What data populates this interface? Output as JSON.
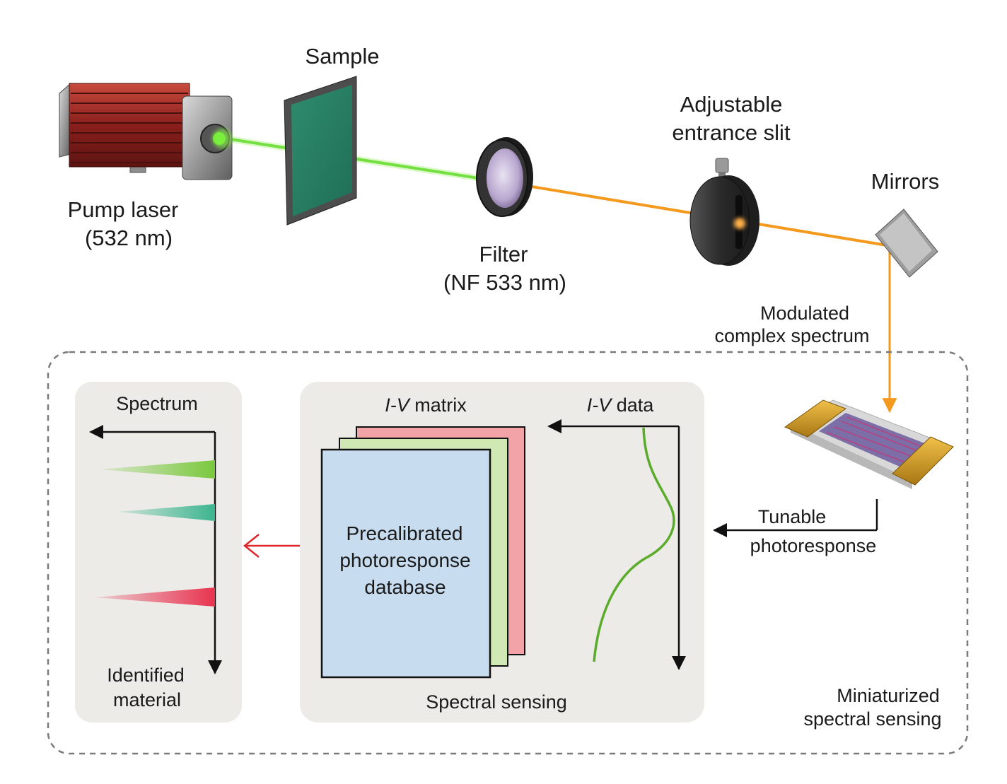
{
  "labels": {
    "sample": "Sample",
    "pump_laser": [
      "Pump laser",
      "(532 nm)"
    ],
    "filter": [
      "Filter",
      "(NF 533 nm)"
    ],
    "slit": [
      "Adjustable",
      "entrance slit"
    ],
    "mirrors": "Mirrors",
    "modulated": [
      "Modulated",
      "complex spectrum"
    ],
    "tunable": [
      "Tunable",
      "photoresponse"
    ],
    "miniaturized": [
      "Miniaturized",
      "spectral sensing"
    ],
    "spectrum": "Spectrum",
    "identified": [
      "Identified",
      "material"
    ],
    "iv_matrix": {
      "italic": "I-V",
      "rest": " matrix"
    },
    "iv_data": {
      "italic": "I-V",
      "rest": " data"
    },
    "database": [
      "Precalibrated",
      "photoresponse",
      "database"
    ],
    "spectral_sensing": "Spectral sensing"
  },
  "colors": {
    "green_beam": "#5fd62a",
    "orange_beam": "#f39a1e",
    "red_arrow": "#e0262a",
    "panel_bg": "#ecebe8",
    "card_blue": "#c7dcef",
    "card_green": "#cfe8b4",
    "card_red": "#f2a3a8",
    "curve": "#5aac2a",
    "peak_green": "#7ac83d",
    "peak_teal": "#3db58f",
    "peak_red": "#e8334f"
  },
  "spectrum_peaks": [
    {
      "name": "green-peak",
      "color": "#7ac83d"
    },
    {
      "name": "teal-peak",
      "color": "#3db58f"
    },
    {
      "name": "red-peak",
      "color": "#e8334f"
    }
  ]
}
